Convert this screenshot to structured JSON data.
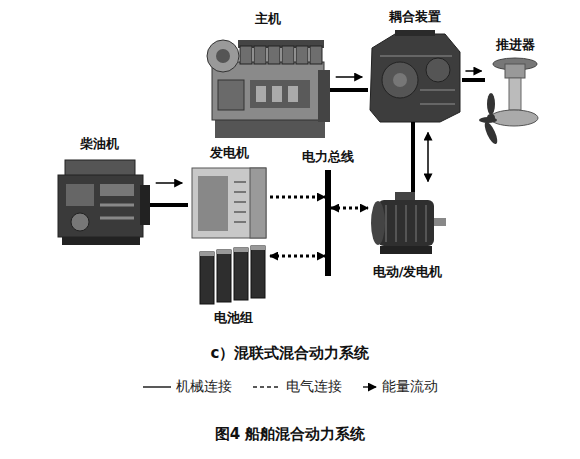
{
  "diagram": {
    "caption": "图4 船舶混合动力系统",
    "nodes": [
      {
        "text": [
          "主机"
        ]
      },
      {
        "text": [
          "耦合装置"
        ]
      },
      {
        "text": [
          "推进器"
        ]
      },
      {
        "text": [
          "柴油机"
        ]
      },
      {
        "text": [
          "发电机"
        ]
      },
      {
        "text": [
          "电力总线"
        ]
      },
      {
        "text": [
          "电池组"
        ]
      },
      {
        "text": [
          "电动/发电机"
        ]
      }
    ],
    "edges": [
      {
        "from": 0,
        "to": 1,
        "arrow": "to"
      },
      {
        "from": 1,
        "to": 2,
        "arrow": "to"
      },
      {
        "from": 1,
        "to": 7,
        "arrow": "both"
      },
      {
        "from": 3,
        "to": 4,
        "arrow": "to"
      },
      {
        "from": 4,
        "to": 5,
        "arrow": "to"
      },
      {
        "from": 6,
        "to": 5,
        "arrow": "both"
      },
      {
        "from": 5,
        "to": 7,
        "arrow": "both"
      }
    ],
    "labels": [
      "c）混联式混合动力系统"
    ],
    "legend": [
      {
        "text": "机械连接"
      },
      {
        "text": "电气连接"
      },
      {
        "text": "能量流动"
      }
    ]
  }
}
